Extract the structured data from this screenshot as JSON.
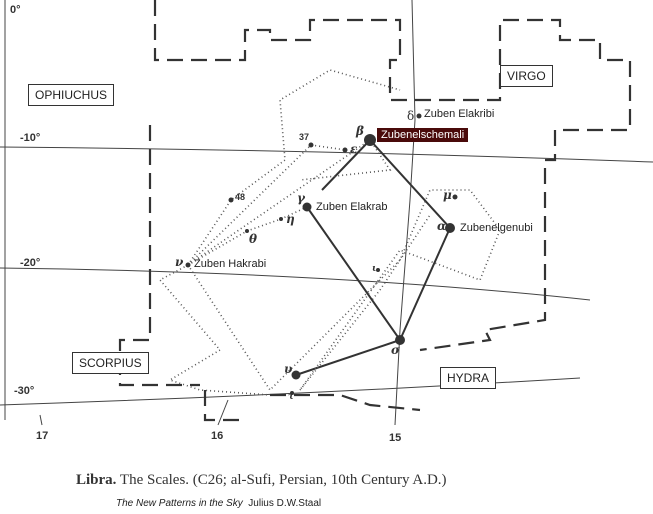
{
  "declinations": [
    "0°",
    "-10°",
    "-20°",
    "-30°"
  ],
  "right_ascensions": [
    "17",
    "16",
    "15"
  ],
  "constellations": [
    "OPHIUCHUS",
    "VIRGO",
    "SCORPIUS",
    "HYDRA"
  ],
  "stars": {
    "beta": {
      "greek": "β",
      "name": "Zubenelschemali"
    },
    "alpha": {
      "greek": "α",
      "name": "Zubenelgenubi"
    },
    "gamma": {
      "greek": "γ",
      "name": "Zuben Elakrab"
    },
    "delta": {
      "greek": "δ",
      "name": "Zuben Elakribi"
    },
    "nu": {
      "greek": "ν",
      "name": "Zuben Hakrabi"
    },
    "sigma": {
      "greek": "σ"
    },
    "upsilon": {
      "greek": "υ"
    },
    "mu": {
      "greek": "μ"
    },
    "epsilon": {
      "greek": "ε"
    },
    "theta": {
      "greek": "θ"
    },
    "eta": {
      "greek": "η"
    },
    "iota": {
      "greek": "ι"
    },
    "tau": {
      "greek": "τ"
    },
    "n37": "37",
    "n48": "48"
  },
  "caption": {
    "bold": "Libra.",
    "text": " The Scales. (C26; al-Sufi, Persian, 10th Century A.D.)"
  },
  "source": {
    "title": "The New Patterns in the Sky",
    "author": "Julius D.W.Staal"
  },
  "highlight_color": "#4a0a0a"
}
